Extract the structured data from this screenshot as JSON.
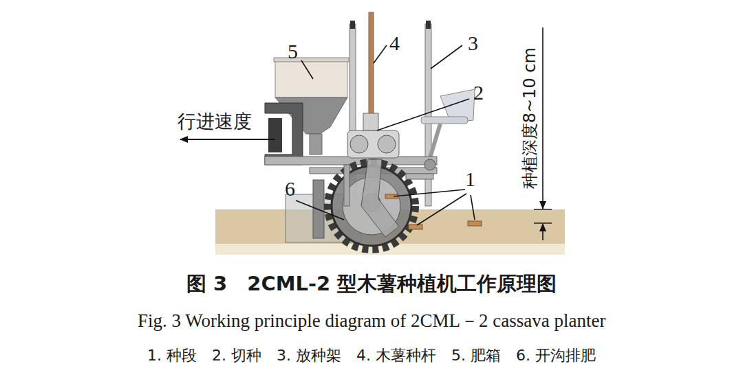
{
  "diagram": {
    "title": "图 3　2CML-2 型木薯种植机工作原理图",
    "caption": "Fig. 3 Working principle diagram of 2CML－2 cassava planter",
    "labels": [
      "5",
      "4",
      "3",
      "2",
      "行进速度",
      "1",
      "6",
      "种植深度8~10 cm",
      "1. 种段",
      "2. 切种",
      "3. 放种架",
      "4. 木薯种杆",
      "5. 肥箱",
      "6. 开沟排肥"
    ]
  }
}
